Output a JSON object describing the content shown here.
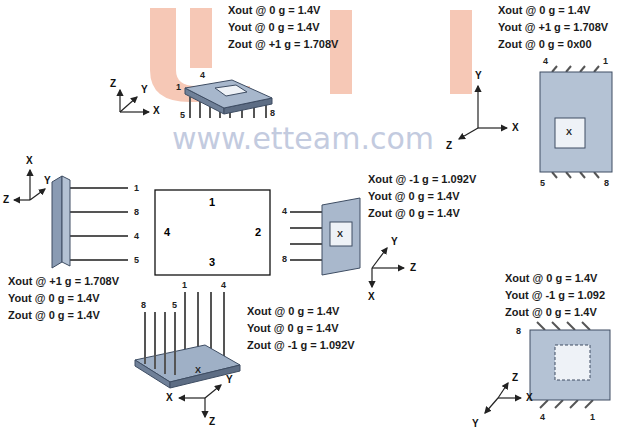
{
  "diagram": {
    "labels": [
      "Xout @ 0 g = 1.4V",
      "Yout @ 0 g = 1.4V",
      "Zout @ +1 g = 1.708V",
      "4",
      "1",
      "5",
      "8",
      "Z",
      "Y",
      "X",
      "Xout @ 0 g = 1.4V",
      "Yout @ +1 g = 1.708V",
      "Zout @ 0 g = 0x00",
      "4",
      "1",
      "5",
      "8",
      "Y",
      "Z",
      "X",
      "X",
      "X",
      "Z",
      "Y",
      "1",
      "8",
      "4",
      "5",
      "Xout @ +1 g = 1.708V",
      "Yout @ 0 g = 1.4V",
      "Zout @ 0 g = 1.4V",
      "1",
      "2",
      "3",
      "4",
      "Xout @ -1 g = 1.092V",
      "Yout @ 0 g = 1.4V",
      "Zout @ 0 g = 1.4V",
      "4",
      "8",
      "Y",
      "Z",
      "X",
      "X",
      "1",
      "4",
      "8",
      "5",
      "X",
      "Xout @ 0 g = 1.4V",
      "Yout @ 0 g = 1.4V",
      "Zout @ -1 g = 1.092V",
      "X",
      "Y",
      "Z",
      "Xout @ 0 g = 1.4V",
      "Yout @ -1 g = 1.092",
      "Zout @ 0 g = 1.4V",
      "8",
      "4",
      "1",
      "Z",
      "X",
      "Y",
      "www.etteam.com"
    ]
  }
}
